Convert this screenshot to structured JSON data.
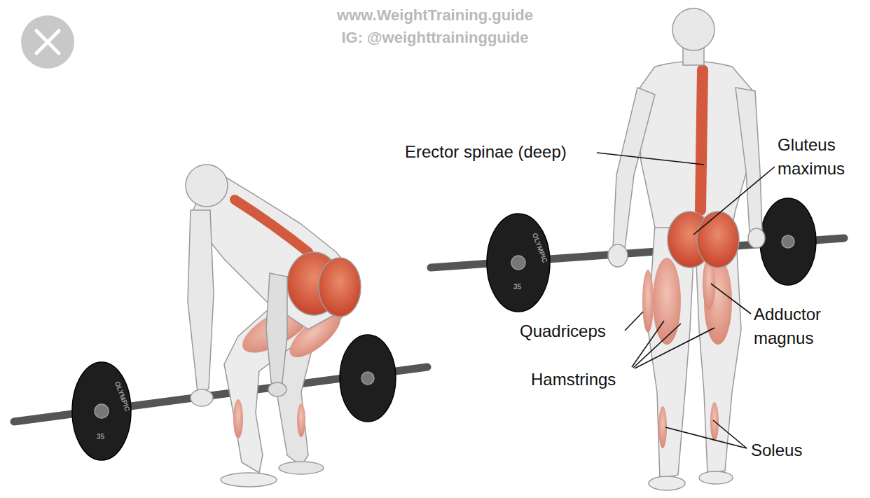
{
  "diagram": {
    "labels": [
      "www.WeightTraining.guide",
      "IG: @weighttrainingguide",
      "Erector spinae (deep)",
      "Gluteus maximus",
      "Quadriceps",
      "Adductor magnus",
      "Hamstrings",
      "Soleus",
      "OLYMPIC",
      "35",
      "OLYMPIC",
      "35"
    ]
  }
}
